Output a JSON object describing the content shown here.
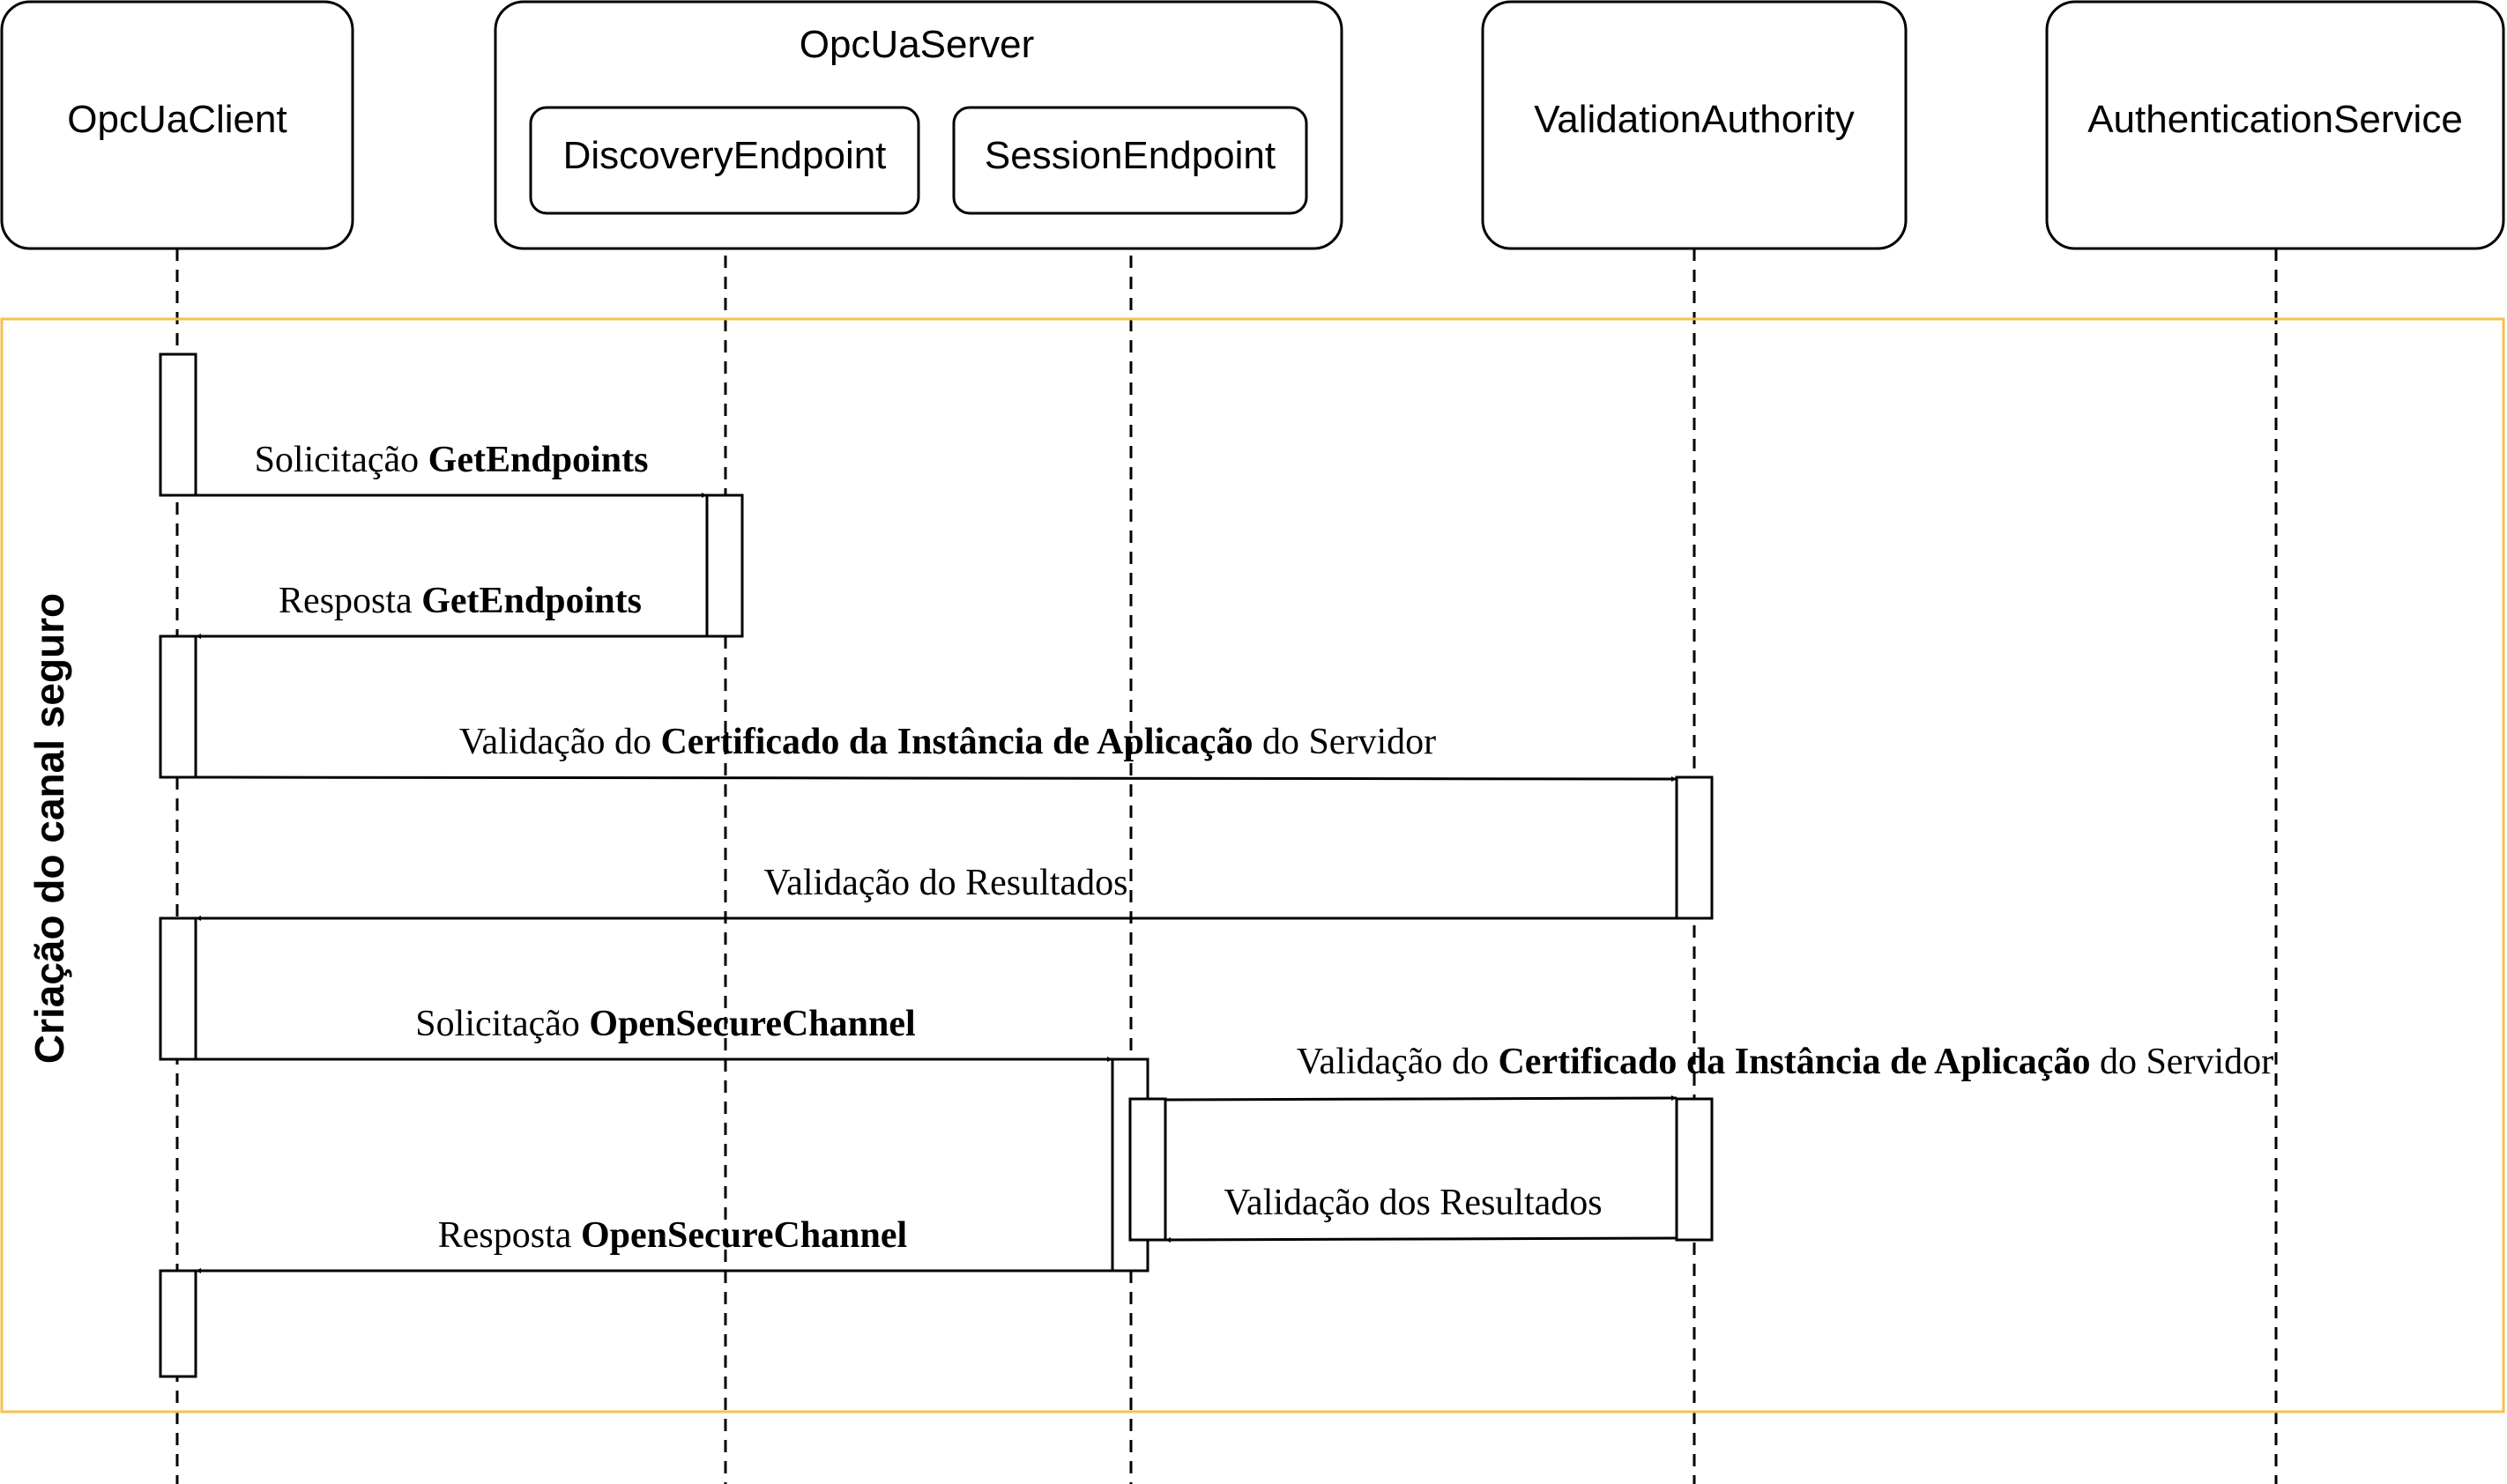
{
  "colors": {
    "line": "#000000",
    "frame_border": "#f4c24f",
    "background": "#ffffff"
  },
  "participants": {
    "client": "OpcUaClient",
    "server": "OpcUaServer",
    "discovery": "DiscoveryEndpoint",
    "session": "SessionEndpoint",
    "validation": "ValidationAuthority",
    "auth": "AuthenticationService"
  },
  "frame": {
    "label": "Criação do canal seguro"
  },
  "messages": {
    "m1": {
      "pre": "Solicitação ",
      "bold": "GetEndpoints",
      "post": ""
    },
    "m2": {
      "pre": "Resposta ",
      "bold": "GetEndpoints",
      "post": ""
    },
    "m3": {
      "pre": "Validação do ",
      "bold": "Certificado da Instância de Aplicação",
      "post": " do Servidor"
    },
    "m4": {
      "pre": "Validação do Resultados",
      "bold": "",
      "post": ""
    },
    "m5": {
      "pre": "Solicitação ",
      "bold": "OpenSecureChannel",
      "post": ""
    },
    "m6": {
      "pre": "Validação do ",
      "bold": "Certificado da Instância de Aplicação",
      "post": " do Servidor"
    },
    "m7": {
      "pre": "Validação dos Resultados",
      "bold": "",
      "post": ""
    },
    "m8": {
      "pre": "Resposta ",
      "bold": "OpenSecureChannel",
      "post": ""
    }
  }
}
